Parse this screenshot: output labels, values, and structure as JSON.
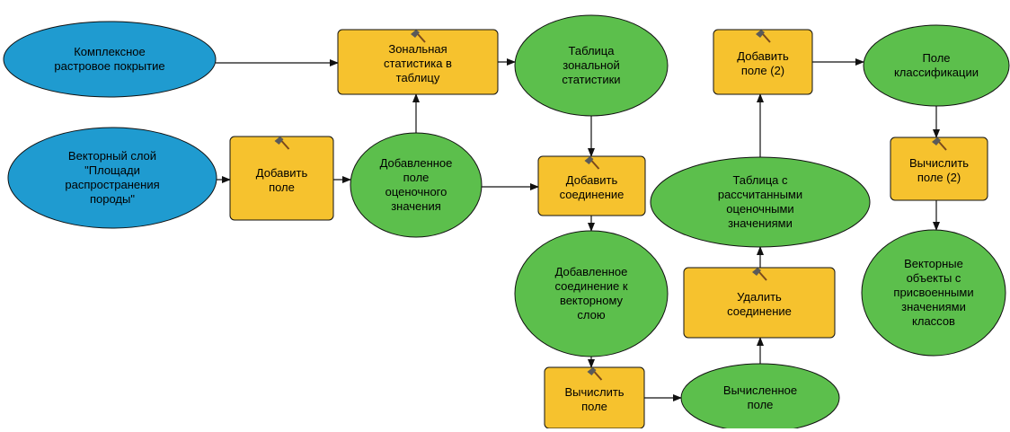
{
  "colors": {
    "input_ellipse": "#1f9bd0",
    "derived_ellipse": "#5cbf4c",
    "tool_box": "#f6c22e",
    "outline": "#111111",
    "connector": "#111111"
  },
  "nodes": {
    "raster_coverage": {
      "kind": "input",
      "icon": "",
      "label": "Комплексное\nрастровое покрытие"
    },
    "vector_layer": {
      "kind": "input",
      "icon": "",
      "label": "Векторный слой\n\"Площади\nраспространения\nпороды\""
    },
    "add_field": {
      "kind": "tool",
      "icon": "hammer-icon",
      "label": "Добавить\nполе"
    },
    "zonal_stats_tool": {
      "kind": "tool",
      "icon": "hammer-icon",
      "label": "Зональная\nстатистика в\nтаблицу"
    },
    "added_field": {
      "kind": "derived",
      "icon": "",
      "label": "Добавленное\nполе\nоценочного\nзначения"
    },
    "zonal_stats_table": {
      "kind": "derived",
      "icon": "",
      "label": "Таблица\nзональной\nстатистики"
    },
    "add_join": {
      "kind": "tool",
      "icon": "hammer-icon",
      "label": "Добавить\nсоединение"
    },
    "joined_layer": {
      "kind": "derived",
      "icon": "",
      "label": "Добавленное\nсоединение к\nвекторному\nслою"
    },
    "calc_field": {
      "kind": "tool",
      "icon": "hammer-icon",
      "label": "Вычислить\nполе"
    },
    "calculated_field": {
      "kind": "derived",
      "icon": "",
      "label": "Вычисленное\nполе"
    },
    "remove_join": {
      "kind": "tool",
      "icon": "hammer-icon",
      "label": "Удалить\nсоединение"
    },
    "calc_table": {
      "kind": "derived",
      "icon": "",
      "label": "Таблица с\nрассчитанными\nоценочными\nзначениями"
    },
    "add_field_2": {
      "kind": "tool",
      "icon": "hammer-icon",
      "label": "Добавить\nполе (2)"
    },
    "class_field": {
      "kind": "derived",
      "icon": "",
      "label": "Поле\nклассификации"
    },
    "calc_field_2": {
      "kind": "tool",
      "icon": "hammer-icon",
      "label": "Вычислить\nполе (2)"
    },
    "result_features": {
      "kind": "derived",
      "icon": "",
      "label": "Векторные\nобъекты с\nприсвоенными\nзначениями\nклассов"
    }
  }
}
